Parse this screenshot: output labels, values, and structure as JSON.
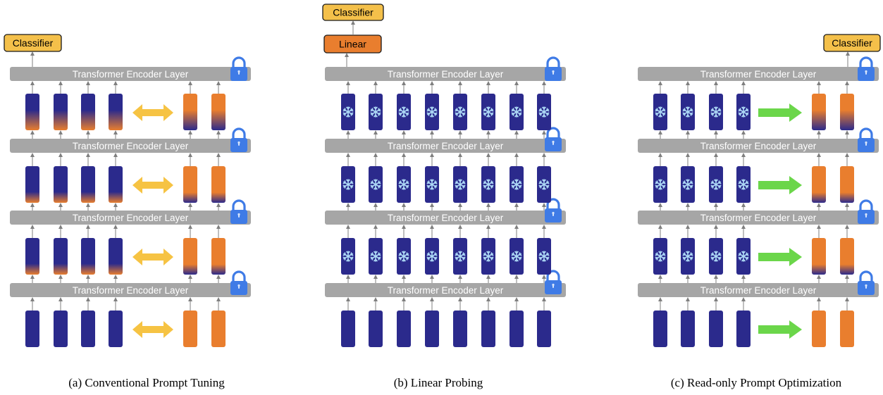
{
  "layer_label": "Transformer Encoder Layer",
  "classifier_label": "Classifier",
  "linear_label": "Linear",
  "captions": {
    "a": "(a) Conventional Prompt Tuning",
    "b": "(b) Linear Probing",
    "c": "(c) Read-only Prompt Optimization"
  },
  "colors": {
    "layer_bar": "#a6a6a6",
    "token": "#2b2a8c",
    "prompt": "#e97e2e",
    "classifier_fill": "#f4c04a",
    "linear_fill": "#e97e2e",
    "lock": "#3f7be6",
    "snowflake": "#aedaf7",
    "double_arrow": "#f6c343",
    "green_arrow": "#6bd64a",
    "connector": "#7f7f7f"
  },
  "icons": [
    "lock-icon",
    "snowflake-icon",
    "double-arrow-icon",
    "right-arrow-icon"
  ]
}
